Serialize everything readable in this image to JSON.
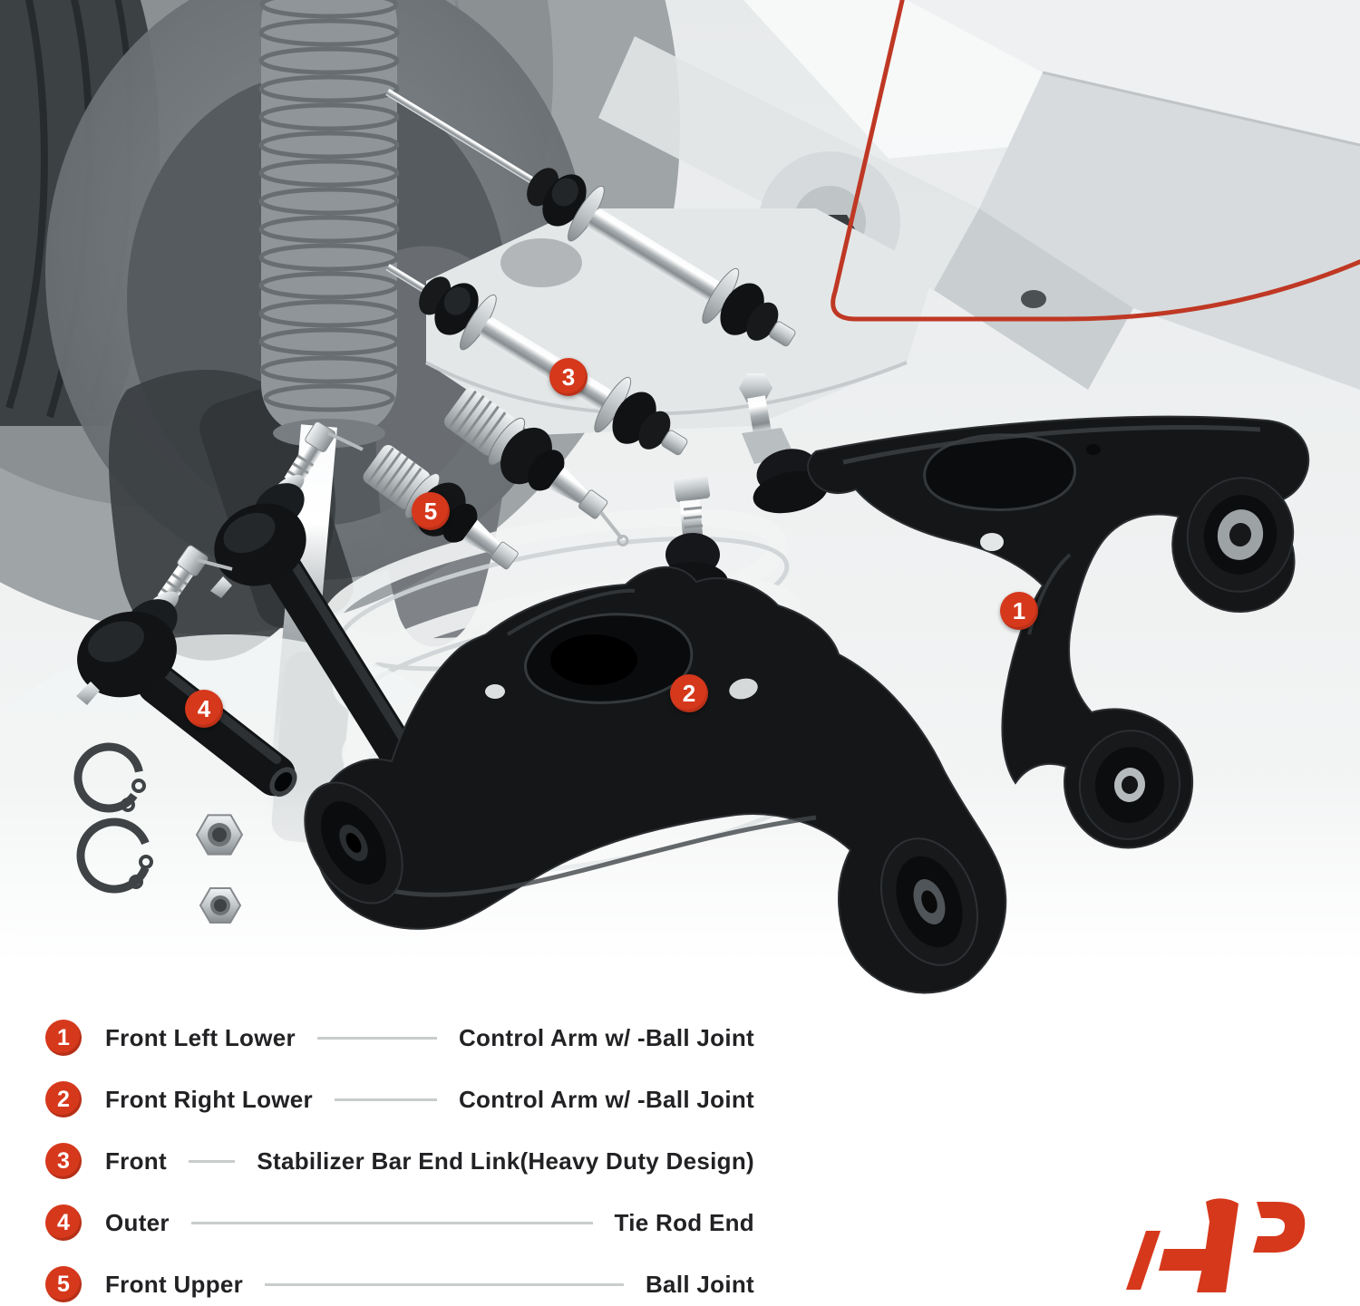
{
  "callouts": [
    {
      "number": "1"
    },
    {
      "number": "2"
    },
    {
      "number": "3"
    },
    {
      "number": "4"
    },
    {
      "number": "5"
    }
  ],
  "legend": {
    "items": [
      {
        "number": "1",
        "position_label": "Front Left Lower",
        "part_label": "Control Arm w/ -Ball Joint"
      },
      {
        "number": "2",
        "position_label": "Front Right Lower",
        "part_label": "Control Arm w/ -Ball Joint"
      },
      {
        "number": "3",
        "position_label": "Front",
        "part_label": "Stabilizer Bar End Link(Heavy Duty Design)"
      },
      {
        "number": "4",
        "position_label": "Outer",
        "part_label": "Tie Rod End"
      },
      {
        "number": "5",
        "position_label": "Front Upper",
        "part_label": "Ball Joint"
      }
    ]
  },
  "colors": {
    "accent_red": "#d6381c",
    "legend_text": "#222225",
    "connector_line": "#c9cccd",
    "decorative_arc_red": "#bf3824"
  },
  "icons": {
    "brand_logo": "a-premium-ap-monogram"
  }
}
